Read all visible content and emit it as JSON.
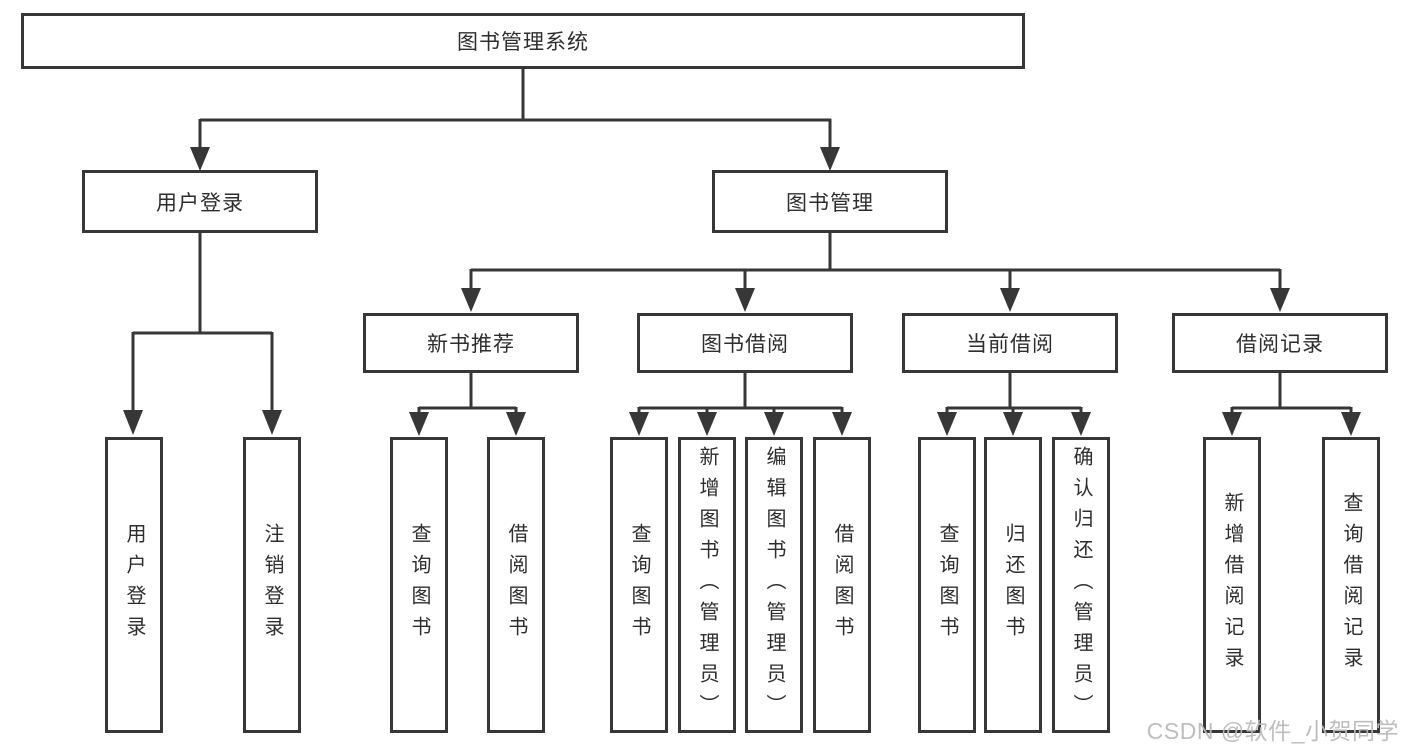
{
  "colors": {
    "line": "#373737",
    "box_border": "#373737",
    "text": "#2e2e2e",
    "background": "#ffffff",
    "watermark": "#bbbbbb"
  },
  "watermark": {
    "text": "CSDN @软件_小贺同学"
  },
  "tree": {
    "root": {
      "label": "图书管理系统",
      "children": [
        {
          "label": "用户登录",
          "children": [
            {
              "label": "用户登录"
            },
            {
              "label": "注销登录"
            }
          ]
        },
        {
          "label": "图书管理",
          "children": [
            {
              "label": "新书推荐",
              "children": [
                {
                  "label": "查询图书"
                },
                {
                  "label": "借阅图书"
                }
              ]
            },
            {
              "label": "图书借阅",
              "children": [
                {
                  "label": "查询图书"
                },
                {
                  "label": "新增图书（管理员）"
                },
                {
                  "label": "编辑图书（管理员）"
                },
                {
                  "label": "借阅图书"
                }
              ]
            },
            {
              "label": "当前借阅",
              "children": [
                {
                  "label": "查询图书"
                },
                {
                  "label": "归还图书"
                },
                {
                  "label": "确认归还（管理员）"
                }
              ]
            },
            {
              "label": "借阅记录",
              "children": [
                {
                  "label": "新增借阅记录"
                },
                {
                  "label": "查询借阅记录"
                }
              ]
            }
          ]
        }
      ]
    }
  }
}
